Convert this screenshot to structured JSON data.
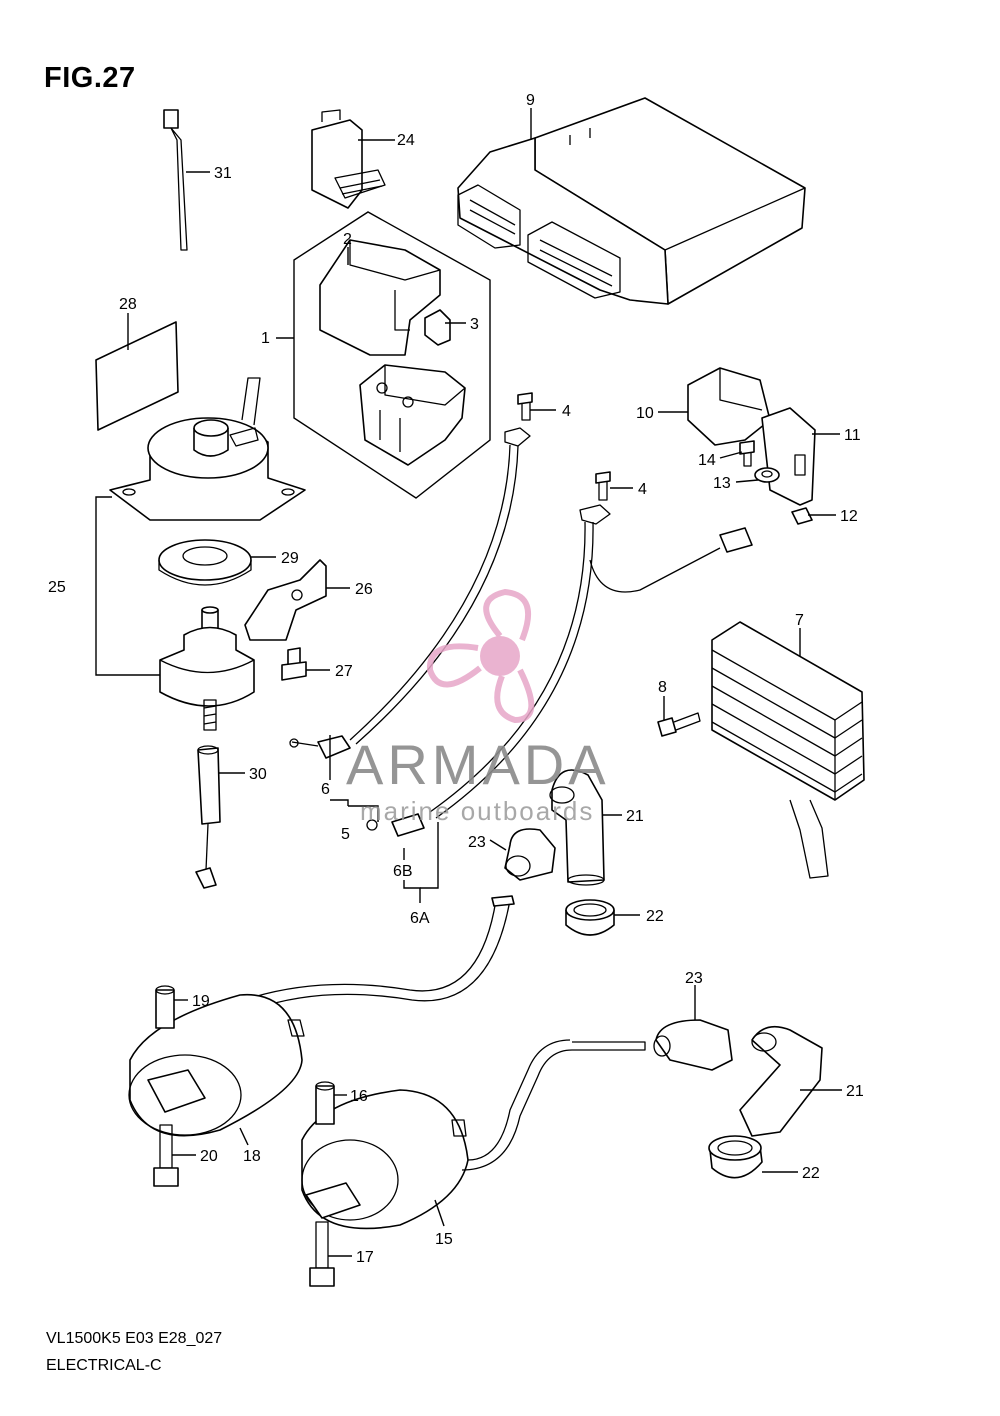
{
  "title": "FIG.27",
  "footer": {
    "model_line": "VL1500K5 E03 E28_027",
    "section": "ELECTRICAL-C"
  },
  "watermark": {
    "name": "ARMADA",
    "tagline": "marine outboards",
    "logo_color": "#e7a6c8",
    "text_color": "#8a8a8a"
  },
  "callouts": {
    "c1": "1",
    "c2": "2",
    "c3": "3",
    "c4a": "4",
    "c4b": "4",
    "c5": "5",
    "c6": "6",
    "c6a": "6A",
    "c6b": "6B",
    "c7": "7",
    "c8": "8",
    "c9": "9",
    "c10": "10",
    "c11": "11",
    "c12": "12",
    "c13": "13",
    "c14": "14",
    "c15": "15",
    "c16": "16",
    "c17": "17",
    "c18": "18",
    "c19": "19",
    "c20": "20",
    "c21a": "21",
    "c21b": "21",
    "c22a": "22",
    "c22b": "22",
    "c23a": "23",
    "c23b": "23",
    "c24": "24",
    "c25": "25",
    "c26": "26",
    "c27": "27",
    "c28": "28",
    "c29": "29",
    "c30": "30",
    "c31": "31"
  }
}
